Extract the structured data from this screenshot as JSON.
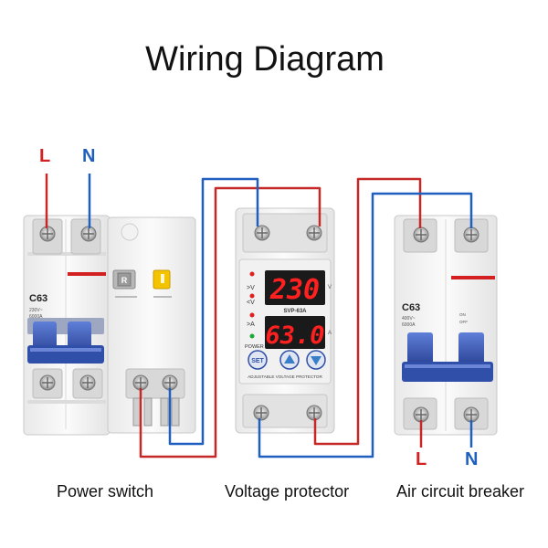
{
  "title": "Wiring Diagram",
  "captions": {
    "power_switch": "Power switch",
    "voltage_protector": "Voltage protector",
    "air_circuit_breaker": "Air circuit breaker"
  },
  "terminals": {
    "live": "L",
    "neutral": "N"
  },
  "power_switch": {
    "rating": "C63",
    "spec_line1": "230V~",
    "spec_line2": "6000A",
    "test_button": "R"
  },
  "protector": {
    "model": "SVP-63A",
    "voltage_reading": "230",
    "current_reading": "63.0",
    "indicator_over_v": ">V",
    "indicator_under_v": "<V",
    "indicator_over_a": ">A",
    "indicator_power": "POWER",
    "unit_v": "V",
    "unit_a": "A",
    "btn_set": "SET",
    "footer": "ADJUSTABLE VOLTAGE PROTECTOR"
  },
  "air_breaker": {
    "rating": "C63",
    "spec_line1": "400V~",
    "spec_line2": "6000A",
    "on_label": "ON",
    "off_label": "OFF"
  },
  "colors": {
    "live_wire": "#c62828",
    "neutral_wire": "#1f5fc0",
    "handle_blue": "#2f4fa8",
    "display_red": "#ff2020",
    "red_stripe": "#d32020"
  }
}
